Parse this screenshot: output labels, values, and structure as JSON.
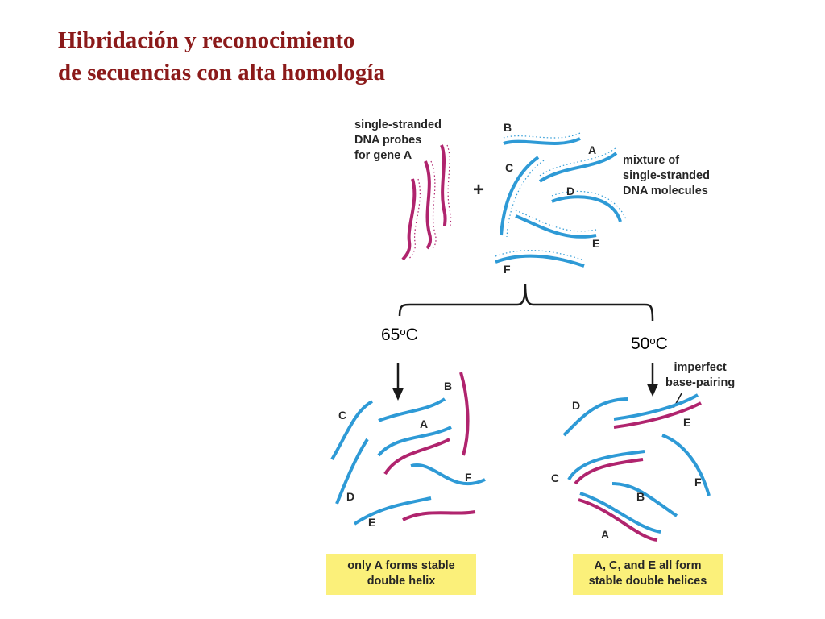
{
  "title": {
    "line1": "Hibridación y reconocimiento",
    "line2": "de secuencias con alta homología"
  },
  "probes_label": [
    "single-stranded",
    "DNA probes",
    "for gene A"
  ],
  "mixture_label": [
    "mixture of",
    "single-stranded",
    "DNA molecules"
  ],
  "plus_sign": "+",
  "imperfect_label": [
    "imperfect",
    "base-pairing"
  ],
  "temps": {
    "left": {
      "value": "65",
      "sup": "o",
      "unit": "C"
    },
    "right": {
      "value": "50",
      "sup": "o",
      "unit": "C"
    }
  },
  "letters": {
    "top": [
      "A",
      "B",
      "C",
      "D",
      "E",
      "F"
    ],
    "left": [
      "A",
      "B",
      "C",
      "D",
      "E",
      "F"
    ],
    "right": [
      "A",
      "B",
      "C",
      "D",
      "E",
      "F"
    ]
  },
  "result_left": [
    "only A forms stable",
    "double helix"
  ],
  "result_right": [
    "A, C, and E all form",
    "stable double helices"
  ],
  "colors": {
    "title": "#8B1A1A",
    "blue_strand": "#2E9AD6",
    "magenta_strand": "#B0246E",
    "box": "#FBF07A"
  }
}
